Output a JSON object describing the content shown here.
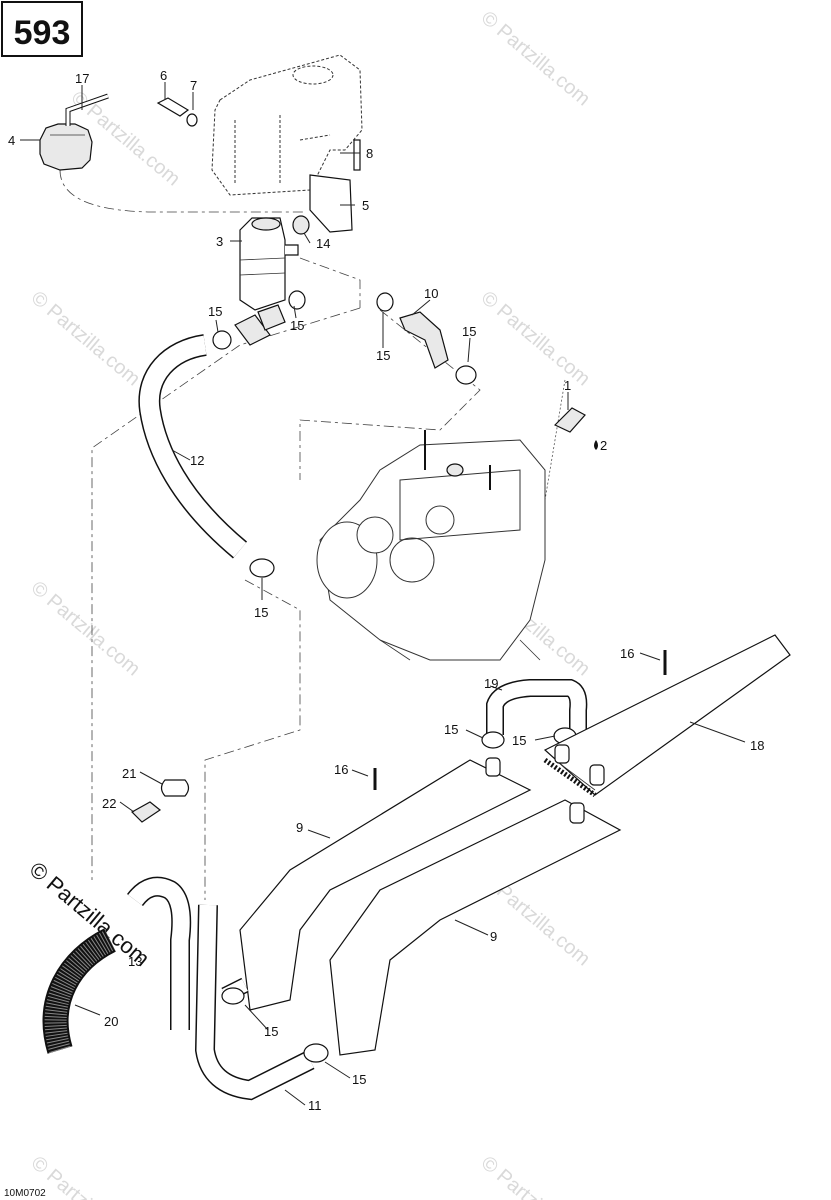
{
  "diagram_code": "593",
  "figure_ref": "10M0702",
  "watermark": "© Partzilla.com",
  "labels": {
    "p1": "1",
    "p2": "2",
    "p3": "3",
    "p4": "4",
    "p5": "5",
    "p6": "6",
    "p7": "7",
    "p8": "8",
    "p9a": "9",
    "p9b": "9",
    "p10": "10",
    "p11": "11",
    "p12": "12",
    "p13": "13",
    "p14": "14",
    "p15a": "15",
    "p15b": "15",
    "p15c": "15",
    "p15d": "15",
    "p15e": "15",
    "p15f": "15",
    "p15g": "15",
    "p15h": "15",
    "p15i": "15",
    "p16a": "16",
    "p16b": "16",
    "p17": "17",
    "p18": "18",
    "p19": "19",
    "p20": "20",
    "p21": "21",
    "p22": "22"
  }
}
